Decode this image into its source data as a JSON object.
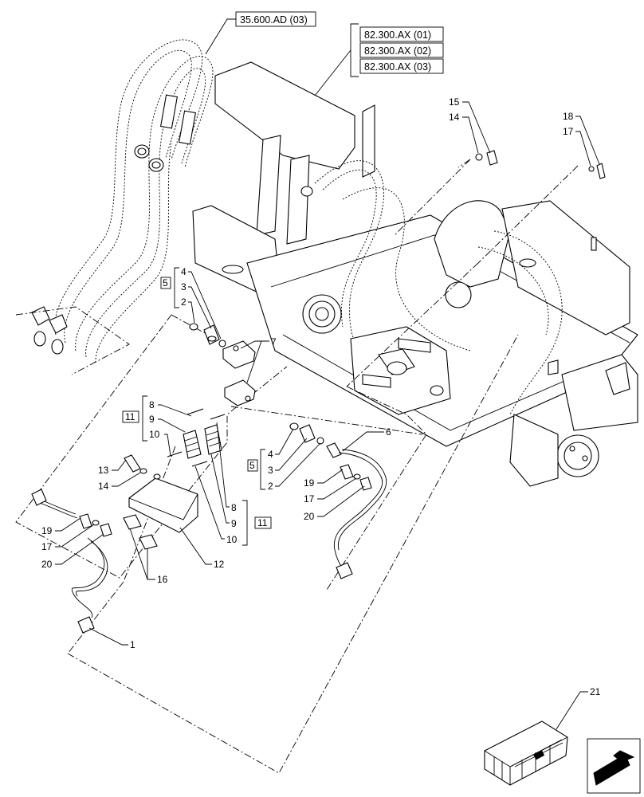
{
  "refs": {
    "hose_ref": "35.600.AD (03)",
    "frame_ref_1": "82.300.AX (01)",
    "frame_ref_2": "82.300.AX (02)",
    "frame_ref_3": "82.300.AX (03)"
  },
  "labels": {
    "p1": "1",
    "p2a": "2",
    "p2b": "2",
    "p3a": "3",
    "p3b": "3",
    "p4a": "4",
    "p4b": "4",
    "p5a": "5",
    "p5b": "5",
    "p6": "6",
    "p7": "7",
    "p8a": "8",
    "p8b": "8",
    "p9a": "9",
    "p9b": "9",
    "p10a": "10",
    "p10b": "10",
    "p11a": "11",
    "p11b": "11",
    "p12": "12",
    "p13": "13",
    "p14a": "14",
    "p14b": "14",
    "p15": "15",
    "p16": "16",
    "p17a": "17",
    "p17b": "17",
    "p17c": "17",
    "p18": "18",
    "p19a": "19",
    "p19b": "19",
    "p20a": "20",
    "p20b": "20",
    "p21": "21"
  },
  "icons": {
    "kit_box": "crate-icon",
    "view_direction": "arrow-icon"
  }
}
